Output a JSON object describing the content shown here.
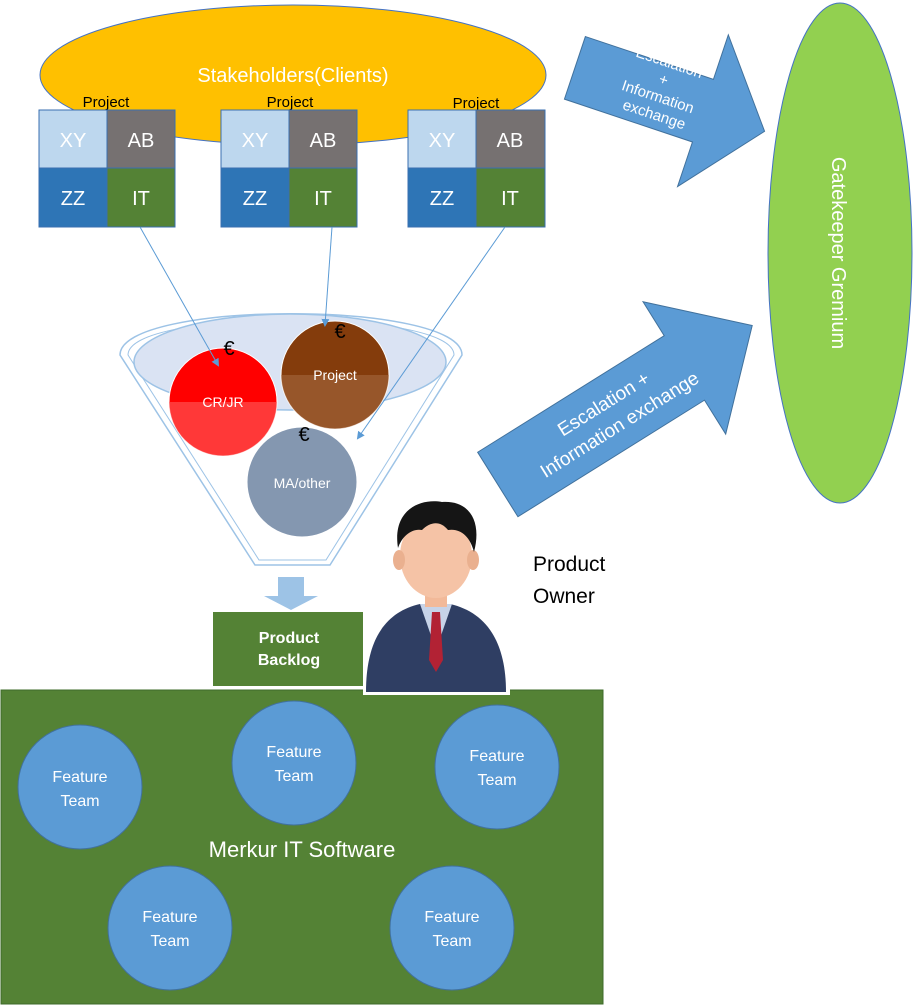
{
  "stakeholders": {
    "label": "Stakeholders(Clients)"
  },
  "gatekeeper": {
    "label": "Gatekeeper Gremium"
  },
  "arrow_top": {
    "lines": [
      "Escalation",
      "+",
      "Information",
      "exchange"
    ]
  },
  "arrow_bottom": {
    "lines": [
      "Escalation +",
      "Information exchange"
    ]
  },
  "projects": [
    {
      "title": "Project",
      "cells": [
        "XY",
        "AB",
        "ZZ",
        "IT"
      ]
    },
    {
      "title": "Project",
      "cells": [
        "XY",
        "AB",
        "ZZ",
        "IT"
      ]
    },
    {
      "title": "Project",
      "cells": [
        "XY",
        "AB",
        "ZZ",
        "IT"
      ]
    }
  ],
  "funnel": {
    "crjr": {
      "label": "CR/JR",
      "currency": "€"
    },
    "project": {
      "label": "Project",
      "currency": "€"
    },
    "maother": {
      "label": "MA/other",
      "currency": "€"
    }
  },
  "backlog": {
    "line1": "Product",
    "line2": "Backlog"
  },
  "product_owner": {
    "line1": "Product",
    "line2": "Owner"
  },
  "software": {
    "label": "Merkur IT Software",
    "teams": [
      {
        "line1": "Feature",
        "line2": "Team"
      },
      {
        "line1": "Feature",
        "line2": "Team"
      },
      {
        "line1": "Feature",
        "line2": "Team"
      },
      {
        "line1": "Feature",
        "line2": "Team"
      },
      {
        "line1": "Feature",
        "line2": "Team"
      }
    ]
  },
  "colors": {
    "stakeholders": "#ffc000",
    "gatekeeper": "#92d050",
    "arrow": "#5b9bd5",
    "cell_xy": "#bdd7ee",
    "cell_ab": "#767171",
    "cell_zz": "#2e75b6",
    "cell_it": "#548235",
    "software_bg": "#548235",
    "team": "#5b9bd5",
    "crjr": "#ff0000",
    "project_circle": "#843c0c",
    "maother": "#8497b0"
  }
}
